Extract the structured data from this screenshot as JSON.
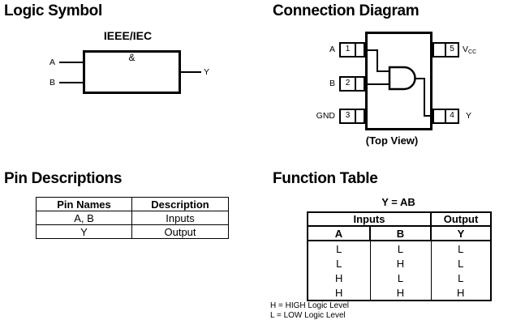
{
  "colors": {
    "ink": "#000000",
    "paper": "#ffffff"
  },
  "logic_symbol": {
    "heading": "Logic Symbol",
    "standard": "IEEE/IEC",
    "gate_operator": "&",
    "inputs": [
      "A",
      "B"
    ],
    "output": "Y"
  },
  "connection_diagram": {
    "heading": "Connection Diagram",
    "caption": "(Top View)",
    "left_pins": [
      {
        "label": "A",
        "number": "1"
      },
      {
        "label": "B",
        "number": "2"
      },
      {
        "label": "GND",
        "number": "3"
      }
    ],
    "right_pins": [
      {
        "label_main": "V",
        "label_sub": "CC",
        "number": "5"
      },
      {
        "label_main": "Y",
        "label_sub": "",
        "number": "4"
      }
    ]
  },
  "pin_descriptions": {
    "heading": "Pin Descriptions",
    "columns": [
      "Pin Names",
      "Description"
    ],
    "rows": [
      [
        "A, B",
        "Inputs"
      ],
      [
        "Y",
        "Output"
      ]
    ]
  },
  "function_table": {
    "heading": "Function Table",
    "equation": "Y = AB",
    "group_columns": [
      "Inputs",
      "Output"
    ],
    "columns": [
      "A",
      "B",
      "Y"
    ],
    "rows": [
      [
        "L",
        "L",
        "L"
      ],
      [
        "L",
        "H",
        "L"
      ],
      [
        "H",
        "L",
        "L"
      ],
      [
        "H",
        "H",
        "H"
      ]
    ],
    "notes": [
      "H = HIGH Logic Level",
      "L = LOW Logic Level"
    ]
  }
}
